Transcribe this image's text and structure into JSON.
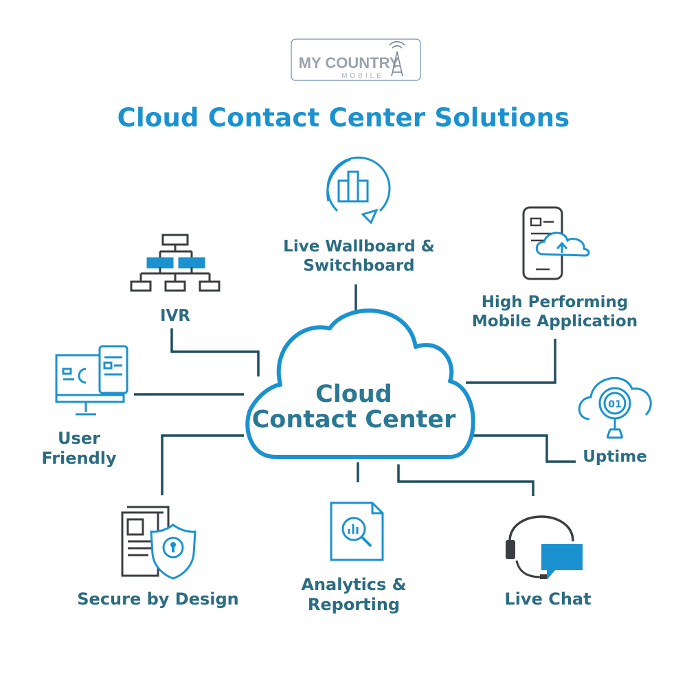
{
  "logo": {
    "main": "MY COUNTRY",
    "sub": "MOBILE"
  },
  "title": "Cloud Contact Center Solutions",
  "center": {
    "line1": "Cloud",
    "line2": "Contact Center"
  },
  "features": {
    "wallboard": {
      "line1": "Live Wallboard &",
      "line2": "Switchboard"
    },
    "mobile": {
      "line1": "High Performing",
      "line2": "Mobile Application"
    },
    "ivr": {
      "label": "IVR"
    },
    "user": {
      "line1": "User",
      "line2": "Friendly"
    },
    "uptime": {
      "label": "Uptime",
      "icon_text": "01"
    },
    "secure": {
      "label": "Secure by Design"
    },
    "analytics": {
      "line1": "Analytics &",
      "line2": "Reporting"
    },
    "chat": {
      "label": "Live Chat"
    }
  },
  "colors": {
    "blue": "#1b92cf",
    "teal": "#2b6c80",
    "dark": "#3a3d42",
    "connector": "#1f4e5e"
  }
}
